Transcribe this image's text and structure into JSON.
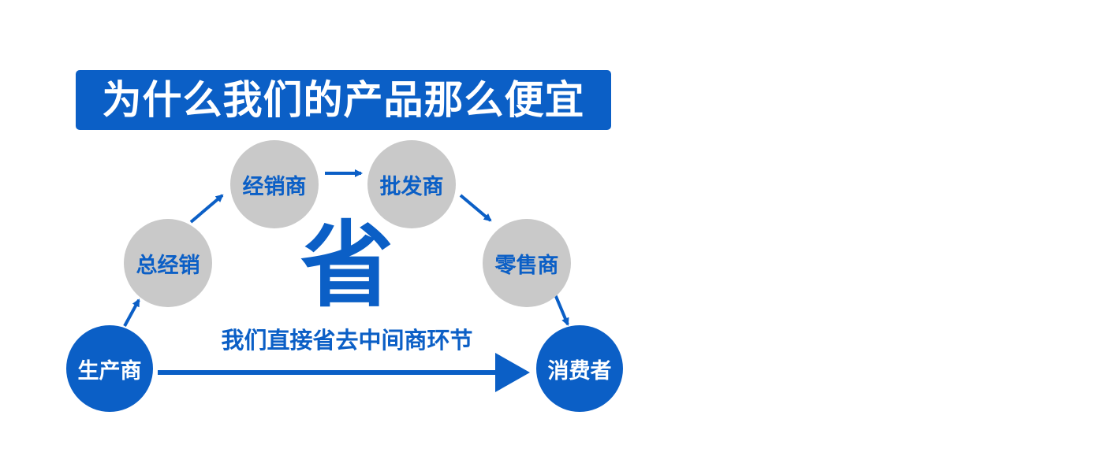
{
  "title": "为什么我们的产品那么便宜",
  "nodes": {
    "producer": "生产商",
    "general_distributor": "总经销",
    "distributor": "经销商",
    "wholesaler": "批发商",
    "retailer": "零售商",
    "consumer": "消费者"
  },
  "center_char": "省",
  "caption": "我们直接省去中间商环节",
  "colors": {
    "accent": "#0b5fc6",
    "node_gray": "#c9c9c9",
    "background": "#ffffff"
  }
}
